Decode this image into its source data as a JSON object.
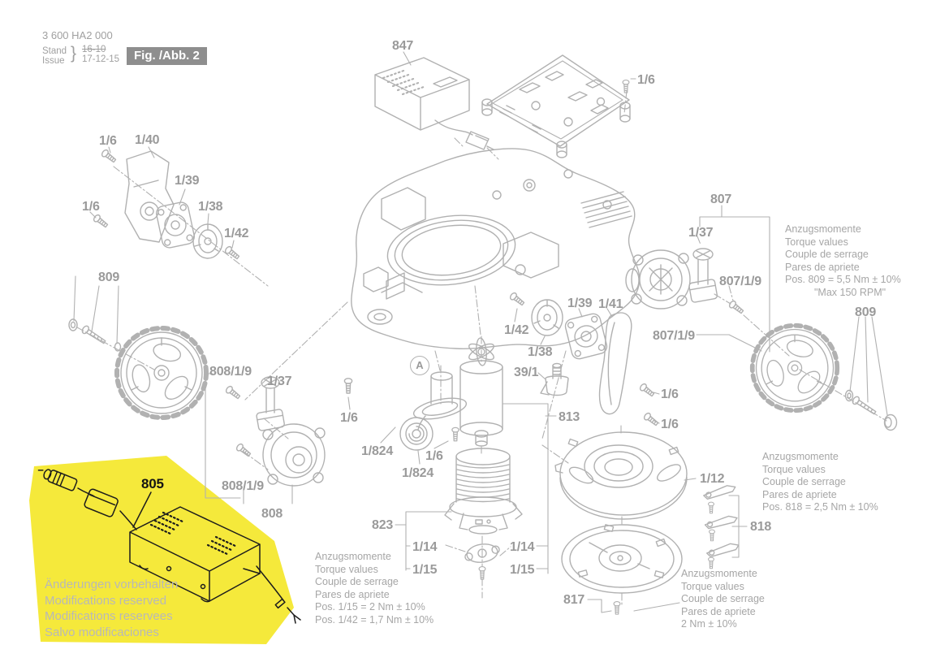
{
  "title_block": {
    "part_number": "3 600 HA2 000",
    "stand": "Stand",
    "issue": "Issue",
    "brace": "}",
    "old_date": "16-10",
    "date": "17-12-15",
    "fig": "Fig. /Abb. 2"
  },
  "detail_circle": "A",
  "labels": {
    "l847": "847",
    "l16pcb": "1/6",
    "l16a": "1/6",
    "l140": "1/40",
    "l16b": "1/6",
    "l139a": "1/39",
    "l138a": "1/38",
    "l142a": "1/42",
    "l809l": "809",
    "l808_19a": "808/1/9",
    "l137a": "1/37",
    "l808_19b": "808/1/9",
    "l808": "808",
    "l805": "805",
    "l16d": "1/6",
    "l1824a": "1/824",
    "l16c": "1/6",
    "l1824b": "1/824",
    "l823": "823",
    "l114l": "1/14",
    "l115l": "1/15",
    "l114r": "1/14",
    "l115r": "1/15",
    "l391": "39/1",
    "l142b": "1/42",
    "l138b": "1/38",
    "l139b": "1/39",
    "l141": "1/41",
    "l813": "813",
    "l807": "807",
    "l137b": "1/37",
    "l807_19a": "807/1/9",
    "l807_19b": "807/1/9",
    "l16e": "1/6",
    "l16f": "1/6",
    "l809r": "809",
    "l112": "1/12",
    "l818": "818",
    "l817": "817"
  },
  "torque": {
    "t809": [
      "Anzugsmomente",
      "Torque values",
      "Couple de serrage",
      "Pares de apriete",
      "Pos. 809 = 5,5 Nm ± 10%",
      "\"Max 150 RPM\""
    ],
    "t818": [
      "Anzugsmomente",
      "Torque values",
      "Couple de serrage",
      "Pares de apriete",
      "Pos. 818 = 2,5 Nm ± 10%"
    ],
    "t1": [
      "Anzugsmomente",
      "Torque values",
      "Couple de serrage",
      "Pares de apriete",
      "Pos. 1/15 = 2 Nm ± 10%",
      "Pos. 1/42 = 1,7 Nm ± 10%"
    ],
    "t817": [
      "Anzugsmomente",
      "Torque values",
      "Couple de serrage",
      "Pares de apriete",
      "2 Nm ± 10%"
    ]
  },
  "footer": [
    "Änderungen vorbehalten",
    "Modifications reserved",
    "Modifications reservees",
    "Salvo modificaciones"
  ],
  "colors": {
    "highlight": "#f5e93b",
    "line_art": "#b1b1b1",
    "label_gray": "#9a9a9a",
    "label_dark": "#141414",
    "badge_bg": "#8e8e8e"
  }
}
